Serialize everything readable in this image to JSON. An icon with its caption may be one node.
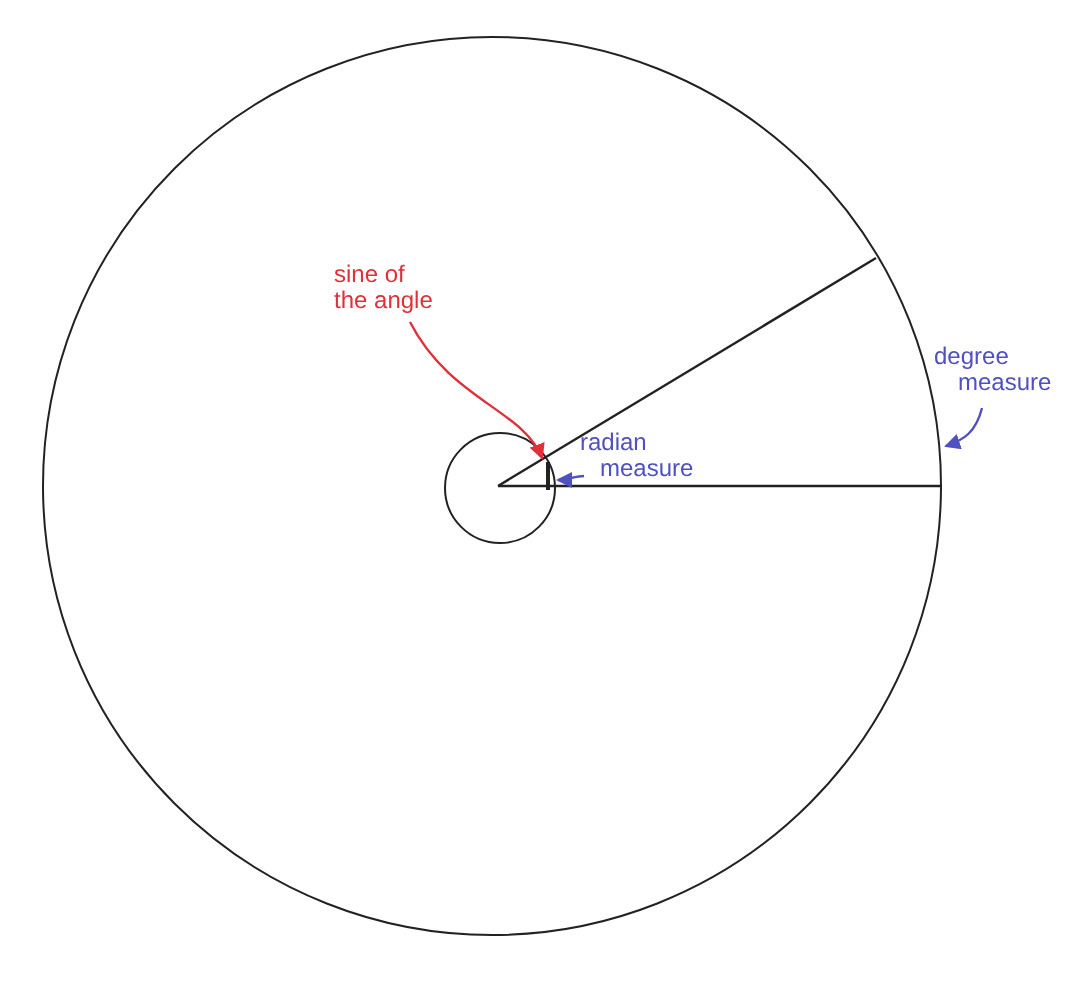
{
  "diagram": {
    "nodes": [
      {
        "text": [],
        "shape": "circle"
      },
      {
        "text": [],
        "shape": "circle",
        "in": 0
      },
      {
        "text": [],
        "shape": "line",
        "in": 1
      },
      {
        "text": [
          "sine of the angle"
        ],
        "in": 0
      },
      {
        "text": [
          "radian measure"
        ],
        "in": 0
      },
      {
        "text": [
          "degree measure"
        ]
      }
    ],
    "edges": [
      {
        "from": 3,
        "to": 2,
        "arrow": "to",
        "color": "#e0303a"
      },
      {
        "from": 4,
        "to": 1,
        "arrow": "to"
      },
      {
        "from": 5,
        "to": 0,
        "arrow": "to"
      }
    ]
  }
}
